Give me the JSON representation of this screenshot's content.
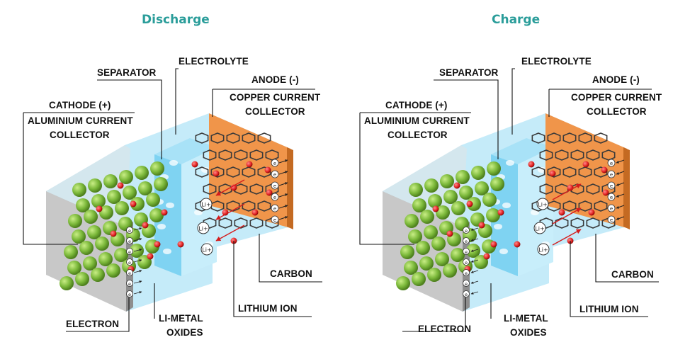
{
  "panels": [
    {
      "title": "Discharge",
      "labels": {
        "separator": "SEPARATOR",
        "electrolyte": "ELECTROLYTE",
        "anode": "ANODE (-)",
        "copper_1": "COPPER CURRENT",
        "copper_2": "COLLECTOR",
        "cathode": "CATHODE (+)",
        "aluminium_1": "ALUMINIUM CURRENT",
        "aluminium_2": "COLLECTOR",
        "carbon": "CARBON",
        "lithium_ion": "LITHIUM ION",
        "electron": "ELECTRON",
        "oxides_1": "LI-METAL",
        "oxides_2": "OXIDES"
      },
      "ion_symbol": "Li+",
      "electron_symbol": "e"
    },
    {
      "title": "Charge",
      "labels": {
        "separator": "SEPARATOR",
        "electrolyte": "ELECTROLYTE",
        "anode": "ANODE (-)",
        "copper_1": "COPPER CURRENT",
        "copper_2": "COLLECTOR",
        "cathode": "CATHODE (+)",
        "aluminium_1": "ALUMINIUM CURRENT",
        "aluminium_2": "COLLECTOR",
        "carbon": "CARBON",
        "lithium_ion": "LITHIUM ION",
        "electron": "ELECTRON",
        "oxides_1": "LI-METAL",
        "oxides_2": "OXIDES"
      },
      "ion_symbol": "Li+",
      "electron_symbol": "e"
    }
  ],
  "colors": {
    "title": "#2a9d9a",
    "electrolyte": "#bfe9f8",
    "separator": "#7fd3f2",
    "copper": "#f0954a",
    "aluminium": "#c8c8c8",
    "graphite": "#3a3a3a",
    "lithium": "#e02020",
    "oxide": "#7bb83a"
  }
}
